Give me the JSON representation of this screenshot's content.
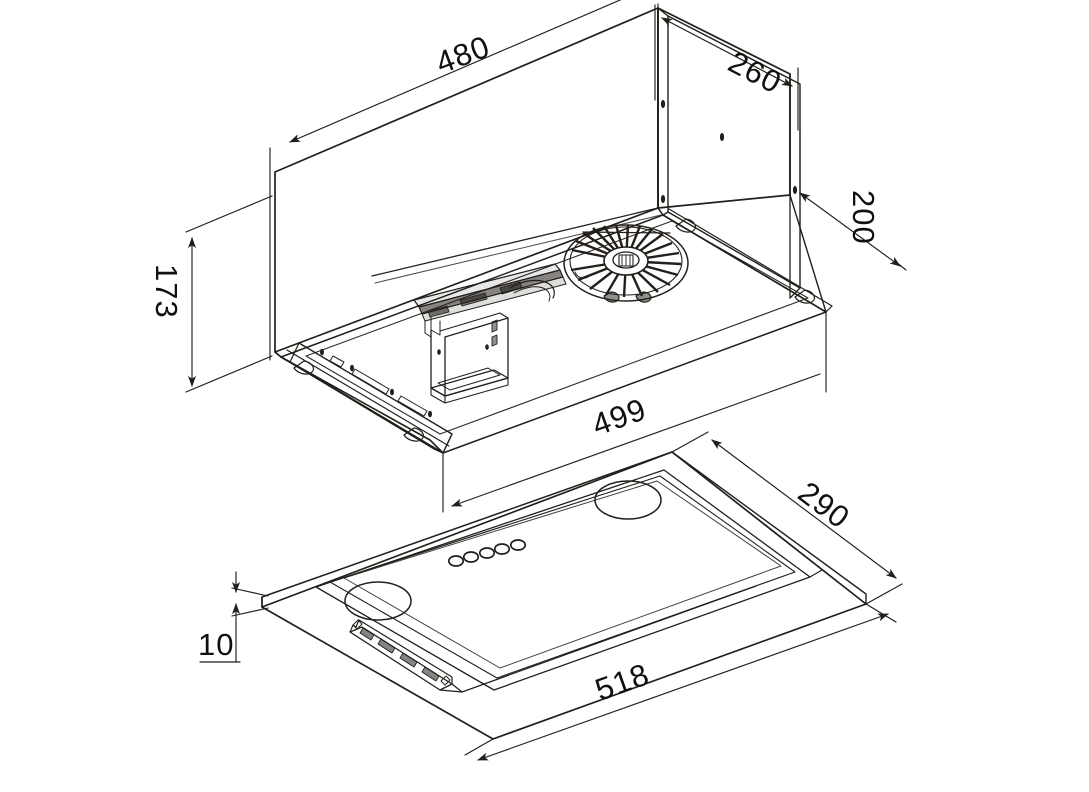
{
  "document": {
    "type": "technical-drawing",
    "subject": "built-in range hood / cooker hood insert",
    "projection": "isometric exploded view",
    "units": "mm",
    "line_color": "#231f1b",
    "text_color": "#12100c",
    "background_color": "#ffffff"
  },
  "dimensions": {
    "width_upper": "480",
    "depth_upper": "260",
    "depth_inner": "200",
    "height_upper": "173",
    "width_flange": "499",
    "depth_panel": "290",
    "thickness_panel": "10",
    "width_panel": "518"
  },
  "components": {
    "upper_body_label": "upper-chassis-body",
    "blower_label": "centrifugal-blower-fan",
    "motor_box_label": "motor-housing",
    "rail_label": "slide-rail-assembly",
    "flange_left_label": "mounting-flange-left",
    "flange_right_label": "mounting-flange-right",
    "bottom_panel_label": "bottom-decorative-panel",
    "filter_label": "grease-filter-handle",
    "controls_label": "control-button-row",
    "light_left_label": "light-opening-left",
    "light_right_label": "light-opening-right"
  },
  "controls": {
    "button_count": 5,
    "light_count": 2
  }
}
